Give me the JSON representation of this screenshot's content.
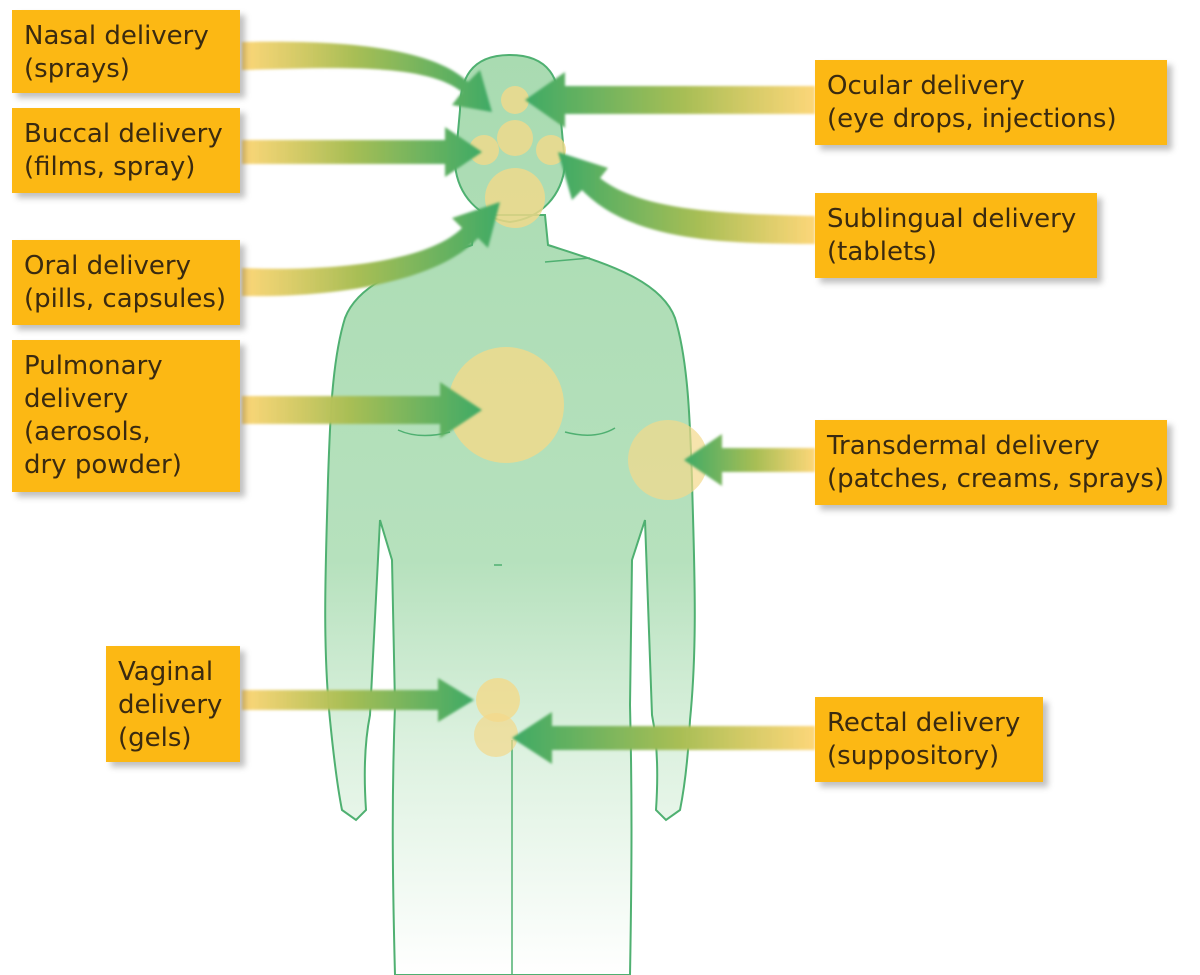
{
  "labels": {
    "nasal": {
      "line1": "Nasal delivery",
      "line2": "(sprays)"
    },
    "buccal": {
      "line1": "Buccal delivery",
      "line2": "(films, spray)"
    },
    "oral": {
      "line1": "Oral delivery",
      "line2": "(pills, capsules)"
    },
    "pulmonary": {
      "line1": "Pulmonary",
      "line2": "delivery",
      "line3": "(aerosols,",
      "line4": "dry powder)"
    },
    "vaginal": {
      "line1": "Vaginal",
      "line2": "delivery",
      "line3": "(gels)"
    },
    "ocular": {
      "line1": "Ocular delivery",
      "line2": "(eye drops, injections)"
    },
    "sublingual": {
      "line1": "Sublingual delivery",
      "line2": "(tablets)"
    },
    "transdermal": {
      "line1": "Transdermal delivery",
      "line2": "(patches, creams, sprays)"
    },
    "rectal": {
      "line1": "Rectal delivery",
      "line2": "(suppository)"
    }
  },
  "colors": {
    "label_box": "#fcb814",
    "body_fill_top": "#a9dbb1",
    "body_outline": "#4fb071",
    "target_spot": "#f3d98a",
    "arrow_start": "#fcd26a",
    "arrow_end": "#3faa66"
  }
}
